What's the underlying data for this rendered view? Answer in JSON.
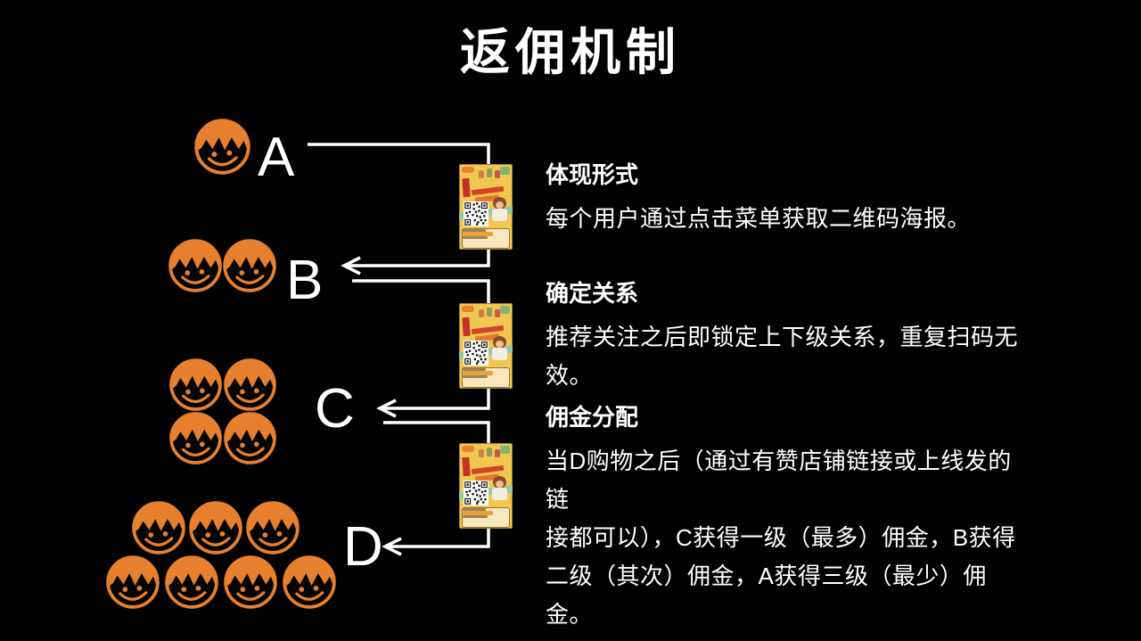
{
  "title": "返佣机制",
  "flow": {
    "nodes": [
      {
        "label": "A",
        "faces": 1
      },
      {
        "label": "B",
        "faces": 2
      },
      {
        "label": "C",
        "faces": 4
      },
      {
        "label": "D",
        "faces": 7
      }
    ]
  },
  "sections": [
    {
      "heading": "体现形式",
      "body": "每个用户通过点击菜单获取二维码海报。"
    },
    {
      "heading": "确定关系",
      "body": "推荐关注之后即锁定上下级关系，重复扫码无效。"
    },
    {
      "heading": "佣金分配",
      "body": "当D购物之后（通过有赞店铺链接或上线发的链\n接都可以），C获得一级（最多）佣金，B获得\n二级（其次）佣金，A获得三级（最少）佣金。"
    }
  ],
  "posters": {
    "count": 3,
    "icon": "qr-poster-icon"
  },
  "colors": {
    "background": "#020202",
    "accent_orange": "#E6802F",
    "text": "#FFFFFF",
    "line": "#FFFFFF",
    "poster_yellow": "#F1C74F"
  }
}
